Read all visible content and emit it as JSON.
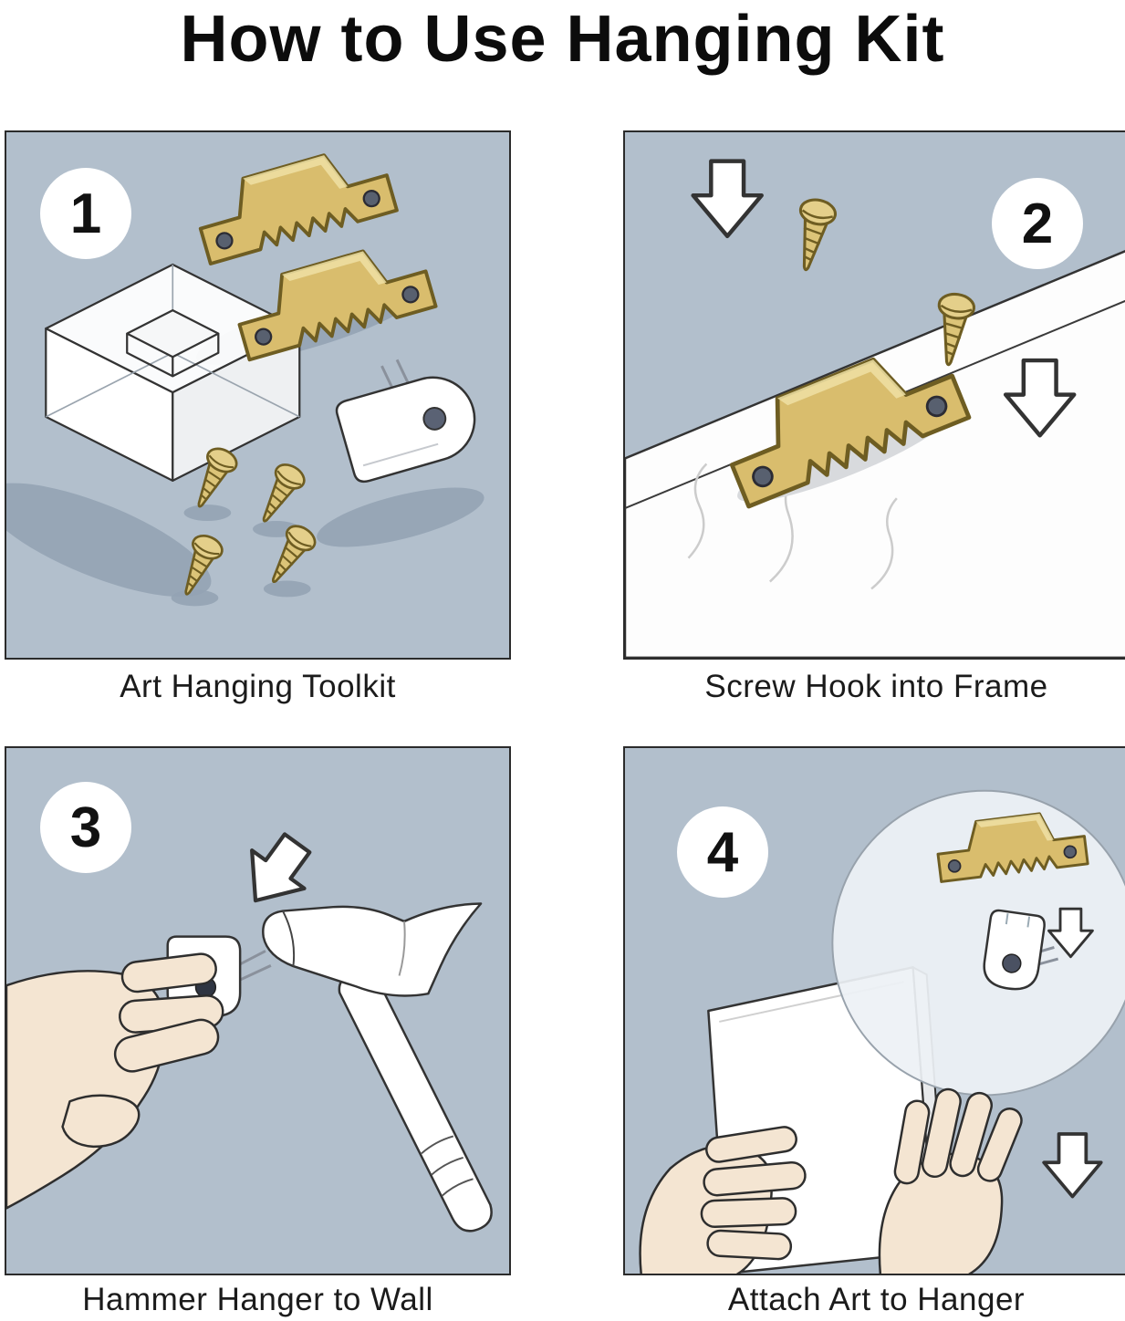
{
  "title": "How to Use Hanging Kit",
  "panels": [
    {
      "number": "1",
      "caption": "Art Hanging Toolkit"
    },
    {
      "number": "2",
      "caption": "Screw Hook into Frame"
    },
    {
      "number": "3",
      "caption": "Hammer Hanger to Wall"
    },
    {
      "number": "4",
      "caption": "Attach Art to Hanger"
    }
  ],
  "colors": {
    "panel_background": "#b2bfcc",
    "brass": "#d9bd6d",
    "outline": "#2e2e2e",
    "skin": "#f4e5d2",
    "shadow": "#94a3b4",
    "white": "#ffffff"
  }
}
